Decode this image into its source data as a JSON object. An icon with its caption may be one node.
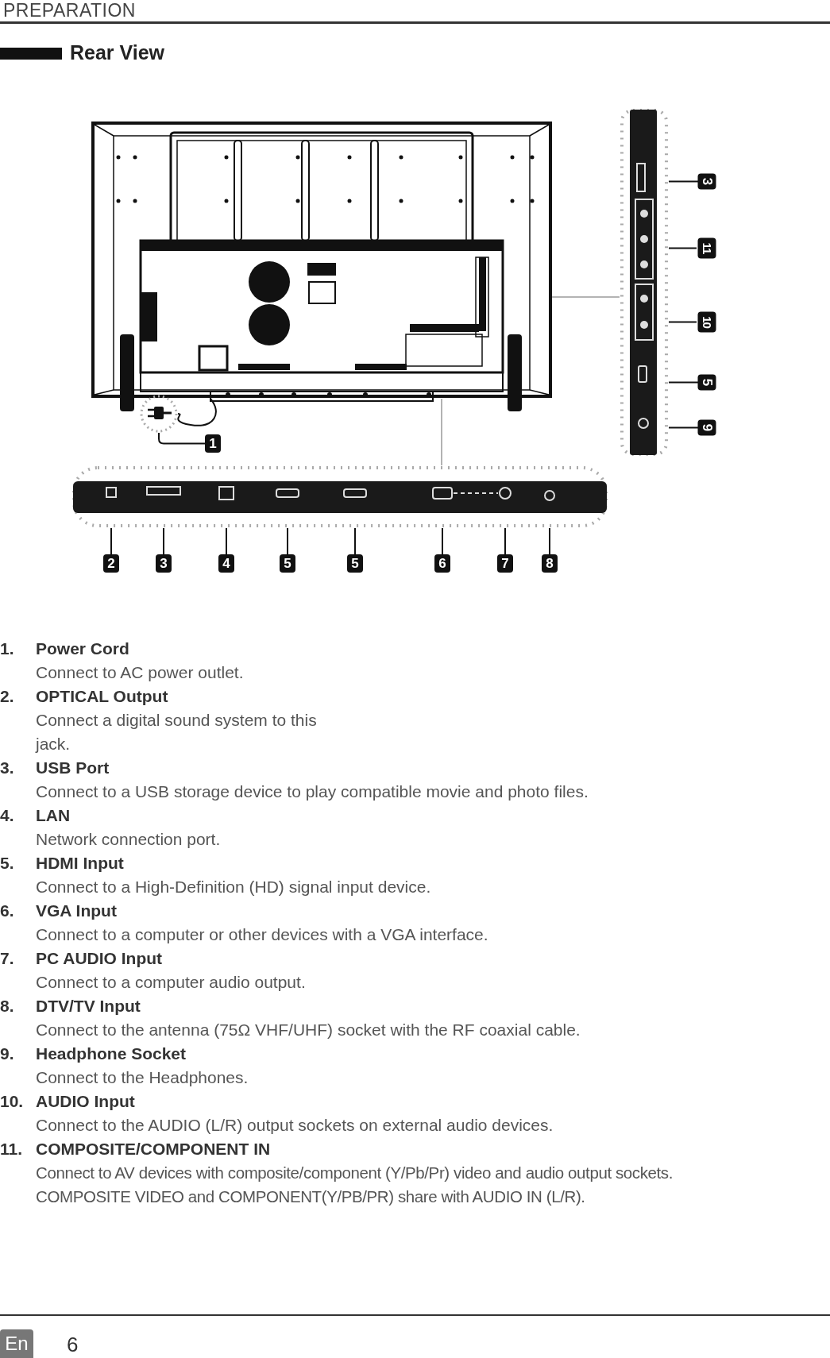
{
  "diagram": {
    "title": "PREPARATION",
    "nodes": [
      {
        "text": [],
        "shape": "picture"
      },
      {
        "text": [],
        "shape": "bar"
      },
      {
        "text": [
          "3"
        ]
      },
      {
        "text": [
          "11"
        ]
      },
      {
        "text": [
          "10"
        ]
      },
      {
        "text": [
          "5"
        ]
      },
      {
        "text": [
          "9"
        ]
      },
      {
        "text": [],
        "shape": "picture"
      },
      {
        "text": [
          "1"
        ]
      },
      {
        "text": [],
        "shape": "bar"
      },
      {
        "text": [
          "2"
        ]
      },
      {
        "text": [
          "3"
        ]
      },
      {
        "text": [
          "4"
        ]
      },
      {
        "text": [
          "5"
        ]
      },
      {
        "text": [
          "5"
        ]
      },
      {
        "text": [
          "6"
        ]
      },
      {
        "text": [
          "7"
        ]
      },
      {
        "text": [
          "8"
        ]
      }
    ],
    "edges": [
      {
        "from": 0,
        "to": 1,
        "arrow": "none",
        "color": "#9a9a9a"
      },
      {
        "from": 2,
        "to": 1,
        "arrow": "none"
      },
      {
        "from": 3,
        "to": 1,
        "arrow": "none"
      },
      {
        "from": 4,
        "to": 1,
        "arrow": "none"
      },
      {
        "from": 5,
        "to": 1,
        "arrow": "none"
      },
      {
        "from": 6,
        "to": 1,
        "arrow": "none"
      },
      {
        "from": 0,
        "to": 7,
        "arrow": "none"
      },
      {
        "from": 8,
        "to": 7,
        "arrow": "none"
      },
      {
        "from": 0,
        "to": 9,
        "arrow": "none",
        "color": "#9a9a9a"
      },
      {
        "from": 10,
        "to": 9,
        "arrow": "none"
      },
      {
        "from": 11,
        "to": 9,
        "arrow": "none"
      },
      {
        "from": 12,
        "to": 9,
        "arrow": "none"
      },
      {
        "from": 13,
        "to": 9,
        "arrow": "none"
      },
      {
        "from": 14,
        "to": 9,
        "arrow": "none"
      },
      {
        "from": 15,
        "to": 9,
        "arrow": "none"
      },
      {
        "from": 16,
        "to": 9,
        "arrow": "none"
      },
      {
        "from": 17,
        "to": 9,
        "arrow": "none"
      }
    ],
    "labels": [
      "Rear View",
      "1.",
      "Power Cord",
      "Connect to AC power outlet.",
      "2.",
      "OPTICAL Output",
      "Connect a digital sound system to this jack.",
      "3.",
      "USB Port",
      "Connect to a USB storage device to play compatible movie and photo files.",
      "4.",
      "LAN",
      "Network connection port.",
      "5.",
      "HDMI Input",
      "Connect to a High-Definition (HD) signal input device.",
      "6.",
      "VGA Input",
      "Connect to a computer or other devices with a VGA interface.",
      "7.",
      "PC AUDIO Input",
      "Connect to a computer audio output.",
      "8.",
      "DTV/TV Input",
      "Connect to the antenna (75Ω VHF/UHF) socket with the RF coaxial cable.",
      "9.",
      "Headphone Socket",
      "Connect to the Headphones.",
      "10.",
      "AUDIO Input",
      "Connect to the AUDIO (L/R) output sockets on external audio devices.",
      "11.",
      "COMPOSITE/COMPONENT IN",
      "Connect to AV devices with composite/component (Y/Pb/Pr) video and audio output sockets.",
      "COMPOSITE VIDEO and COMPONENT(Y/PB/PR) share with  AUDIO IN (L/R).",
      "En",
      "6"
    ]
  }
}
